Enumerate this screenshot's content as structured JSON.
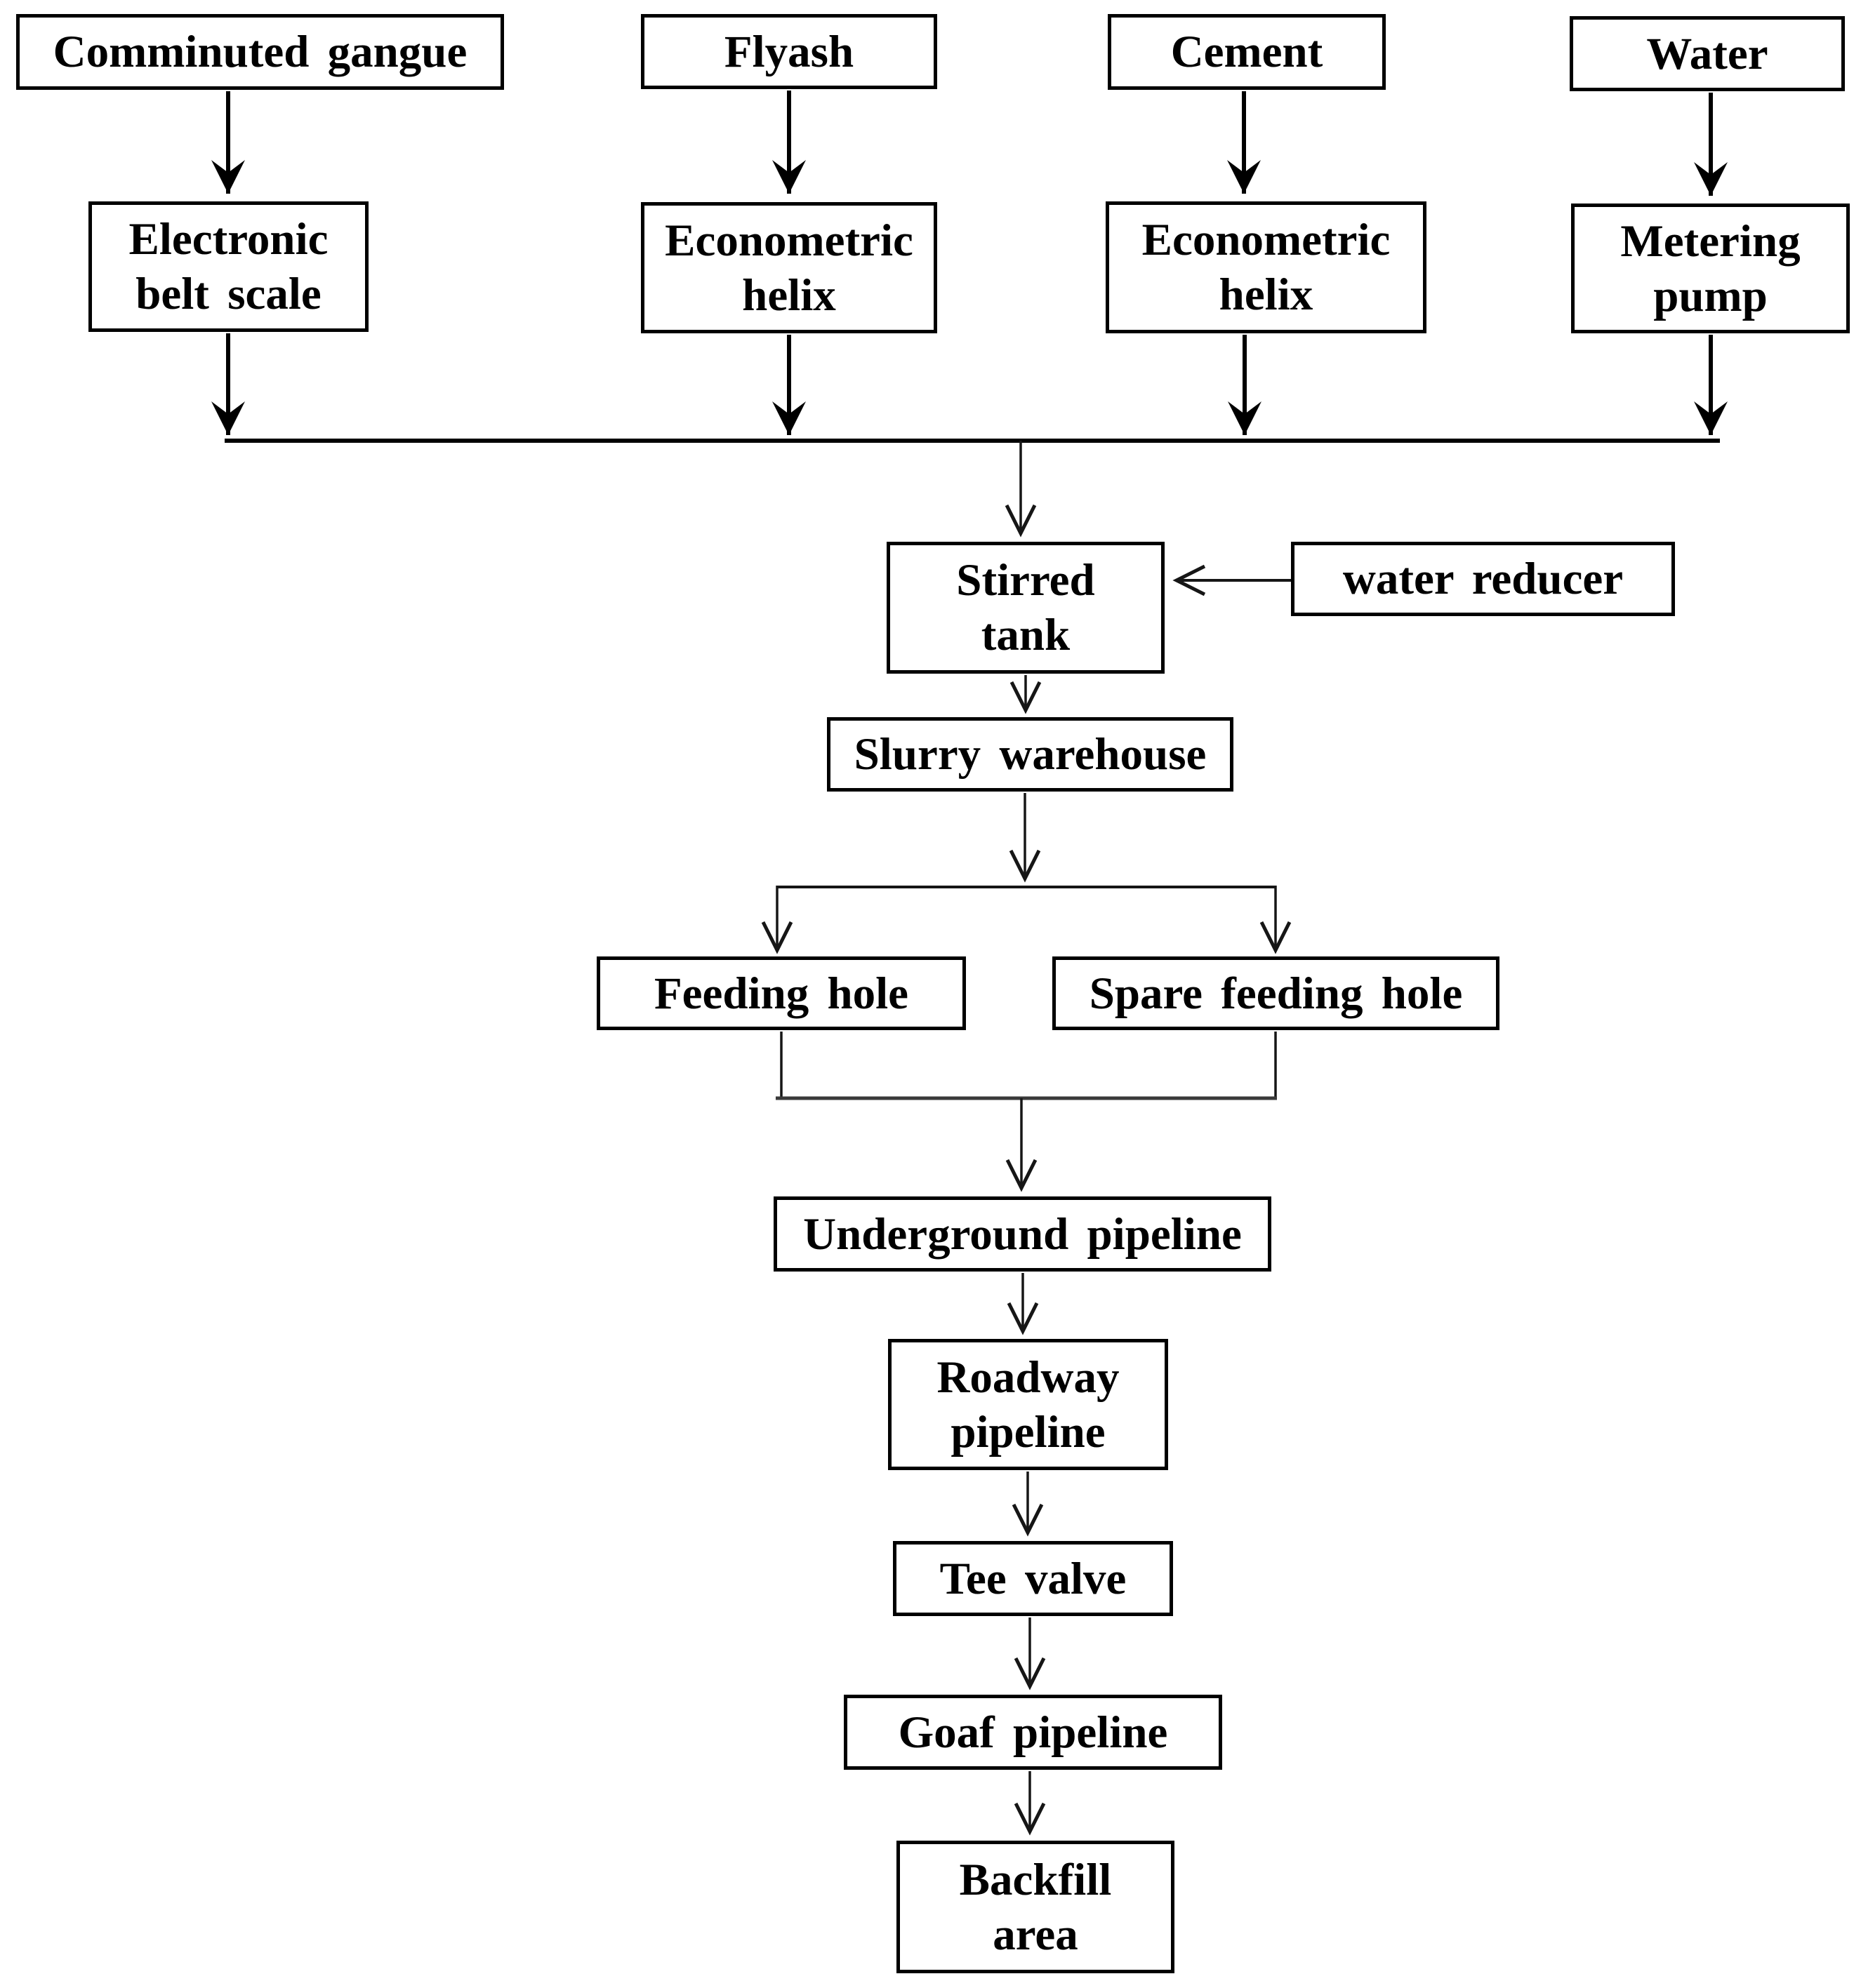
{
  "diagram": {
    "type": "flowchart",
    "background_color": "#ffffff",
    "line_color": "#000000",
    "text_color": "#000000",
    "nodes": {
      "comminuted_gangue": "Comminuted gangue",
      "flyash": "Flyash",
      "cement": "Cement",
      "water": "Water",
      "electronic_belt_scale": "Electronic\nbelt scale",
      "econometric_helix_1": "Econometric\nhelix",
      "econometric_helix_2": "Econometric\nhelix",
      "metering_pump": "Metering\npump",
      "stirred_tank": "Stirred\ntank",
      "water_reducer": "water reducer",
      "slurry_warehouse": "Slurry warehouse",
      "feeding_hole": "Feeding hole",
      "spare_feeding_hole": "Spare feeding hole",
      "underground_pipeline": "Underground pipeline",
      "roadway_pipeline": "Roadway\npipeline",
      "tee_valve": "Tee valve",
      "goaf_pipeline": "Goaf pipeline",
      "backfill_area": "Backfill\narea"
    },
    "edges": [
      "Comminuted gangue -> Electronic belt scale",
      "Flyash -> Econometric helix",
      "Cement -> Econometric helix",
      "Water -> Metering pump",
      "Electronic belt scale -> collector line",
      "Econometric helix (flyash) -> collector line",
      "Econometric helix (cement) -> collector line",
      "Metering pump -> collector line",
      "collector line -> Stirred tank",
      "water reducer -> Stirred tank",
      "Stirred tank -> Slurry warehouse",
      "Slurry warehouse -> Feeding hole",
      "Slurry warehouse -> Spare feeding hole",
      "Feeding hole -> Underground pipeline",
      "Spare feeding hole -> Underground pipeline",
      "Underground pipeline -> Roadway pipeline",
      "Roadway pipeline -> Tee valve",
      "Tee valve -> Goaf pipeline",
      "Goaf pipeline -> Backfill area"
    ]
  }
}
